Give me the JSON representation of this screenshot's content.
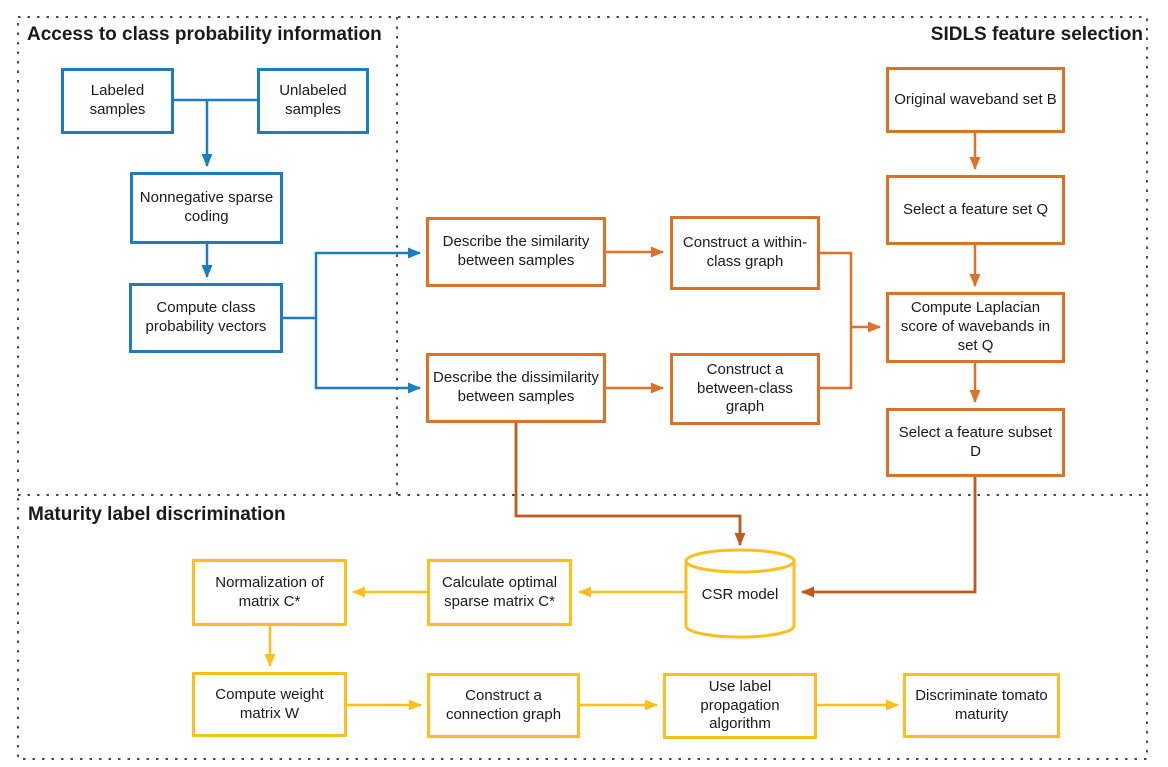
{
  "sections": {
    "access": {
      "title": "Access to class probability information"
    },
    "sidls": {
      "title": "SIDLS feature selection"
    },
    "maturity": {
      "title": "Maturity label discrimination"
    }
  },
  "nodes": {
    "labeled": {
      "label": "Labeled samples"
    },
    "unlabeled": {
      "label": "Unlabeled samples"
    },
    "nonnegative": {
      "label": "Nonnegative sparse coding"
    },
    "compute_vectors": {
      "label": "Compute class probability vectors"
    },
    "similarity": {
      "label": "Describe the similarity between samples"
    },
    "within_graph": {
      "label": "Construct a within-class graph"
    },
    "dissimilarity": {
      "label": "Describe the dissimilarity between samples"
    },
    "between_graph": {
      "label": "Construct a between-class graph"
    },
    "waveband": {
      "label": "Original waveband set B"
    },
    "feature_set": {
      "label": "Select a feature set Q"
    },
    "laplacian": {
      "label": "Compute Laplacian score of wavebands in set Q"
    },
    "subset": {
      "label": "Select a feature subset D"
    },
    "normalization": {
      "label": "Normalization of matrix C*"
    },
    "optimal_sparse": {
      "label": "Calculate optimal sparse matrix C*"
    },
    "csr": {
      "label": "CSR model"
    },
    "weight": {
      "label": "Compute weight matrix W"
    },
    "connection": {
      "label": "Construct a connection graph"
    },
    "propagation": {
      "label": "Use label propagation algorithm"
    },
    "discriminate": {
      "label": "Discriminate tomato maturity"
    }
  },
  "edges": [
    {
      "from": "labeled",
      "to": "nonnegative"
    },
    {
      "from": "unlabeled",
      "to": "nonnegative"
    },
    {
      "from": "nonnegative",
      "to": "compute_vectors"
    },
    {
      "from": "compute_vectors",
      "to": "similarity"
    },
    {
      "from": "compute_vectors",
      "to": "dissimilarity"
    },
    {
      "from": "similarity",
      "to": "within_graph"
    },
    {
      "from": "dissimilarity",
      "to": "between_graph"
    },
    {
      "from": "within_graph",
      "to": "laplacian"
    },
    {
      "from": "between_graph",
      "to": "laplacian"
    },
    {
      "from": "waveband",
      "to": "feature_set"
    },
    {
      "from": "feature_set",
      "to": "laplacian"
    },
    {
      "from": "laplacian",
      "to": "subset"
    },
    {
      "from": "dissimilarity",
      "to": "csr"
    },
    {
      "from": "subset",
      "to": "csr"
    },
    {
      "from": "csr",
      "to": "optimal_sparse"
    },
    {
      "from": "optimal_sparse",
      "to": "normalization"
    },
    {
      "from": "normalization",
      "to": "weight"
    },
    {
      "from": "weight",
      "to": "connection"
    },
    {
      "from": "connection",
      "to": "propagation"
    },
    {
      "from": "propagation",
      "to": "discriminate"
    }
  ],
  "colors": {
    "blue": "#1b7cc4",
    "orange": "#dd7128",
    "dark_orange": "#c2591c",
    "yellow": "#fcbf1e",
    "dotted_border": "#4a4a4a",
    "text": "#1a1a1a"
  }
}
